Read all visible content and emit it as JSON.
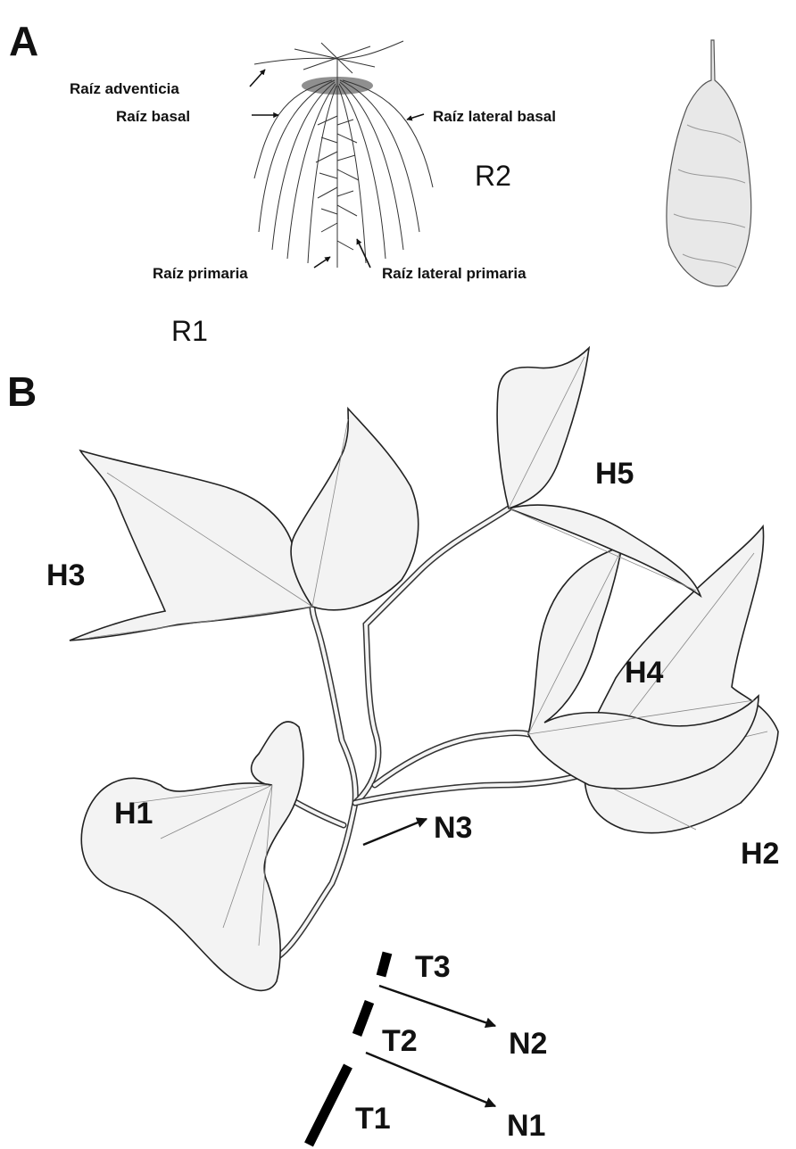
{
  "panels": {
    "a": {
      "letter": "A",
      "labels": {
        "adventitious": "Raíz adventicia",
        "basal": "Raíz basal",
        "lateral_basal": "Raíz lateral basal",
        "primary": "Raíz primaria",
        "lateral_primary": "Raíz lateral primaria",
        "r1": "R1",
        "r2": "R2"
      }
    },
    "b": {
      "letter": "B",
      "leaves": [
        "H1",
        "H2",
        "H3",
        "H4",
        "H5"
      ],
      "nodes": [
        "N1",
        "N2",
        "N3"
      ],
      "internodes": [
        "T1",
        "T2",
        "T3"
      ]
    }
  }
}
